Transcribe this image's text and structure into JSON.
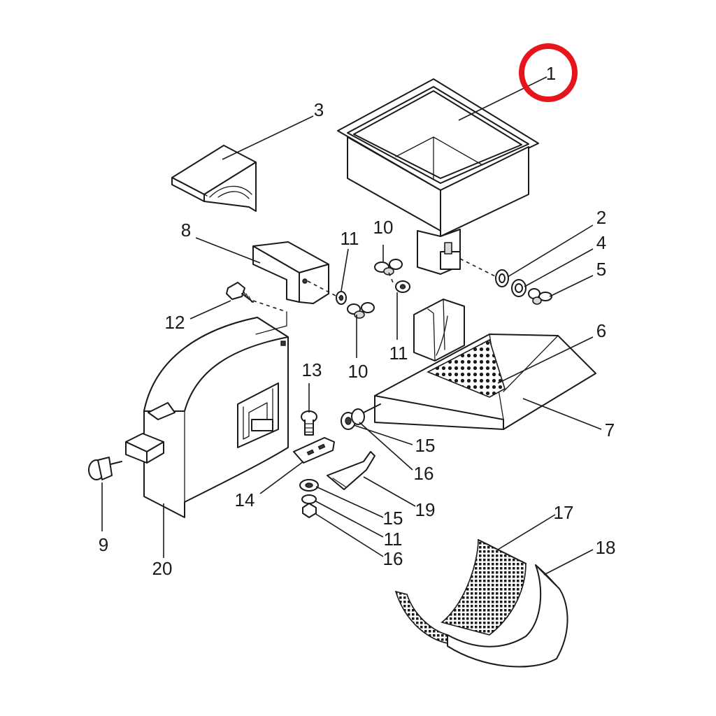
{
  "highlight": {
    "color": "#e8141b",
    "part": "1"
  },
  "callouts": {
    "c1": "1",
    "c2": "2",
    "c3": "3",
    "c4": "4",
    "c5": "5",
    "c6": "6",
    "c7": "7",
    "c8": "8",
    "c9": "9",
    "c10a": "10",
    "c10b": "10",
    "c11a": "11",
    "c11b": "11",
    "c11c": "11",
    "c12": "12",
    "c13": "13",
    "c14": "14",
    "c15a": "15",
    "c15b": "15",
    "c16a": "16",
    "c16b": "16",
    "c17": "17",
    "c18": "18",
    "c19": "19",
    "c20": "20"
  }
}
